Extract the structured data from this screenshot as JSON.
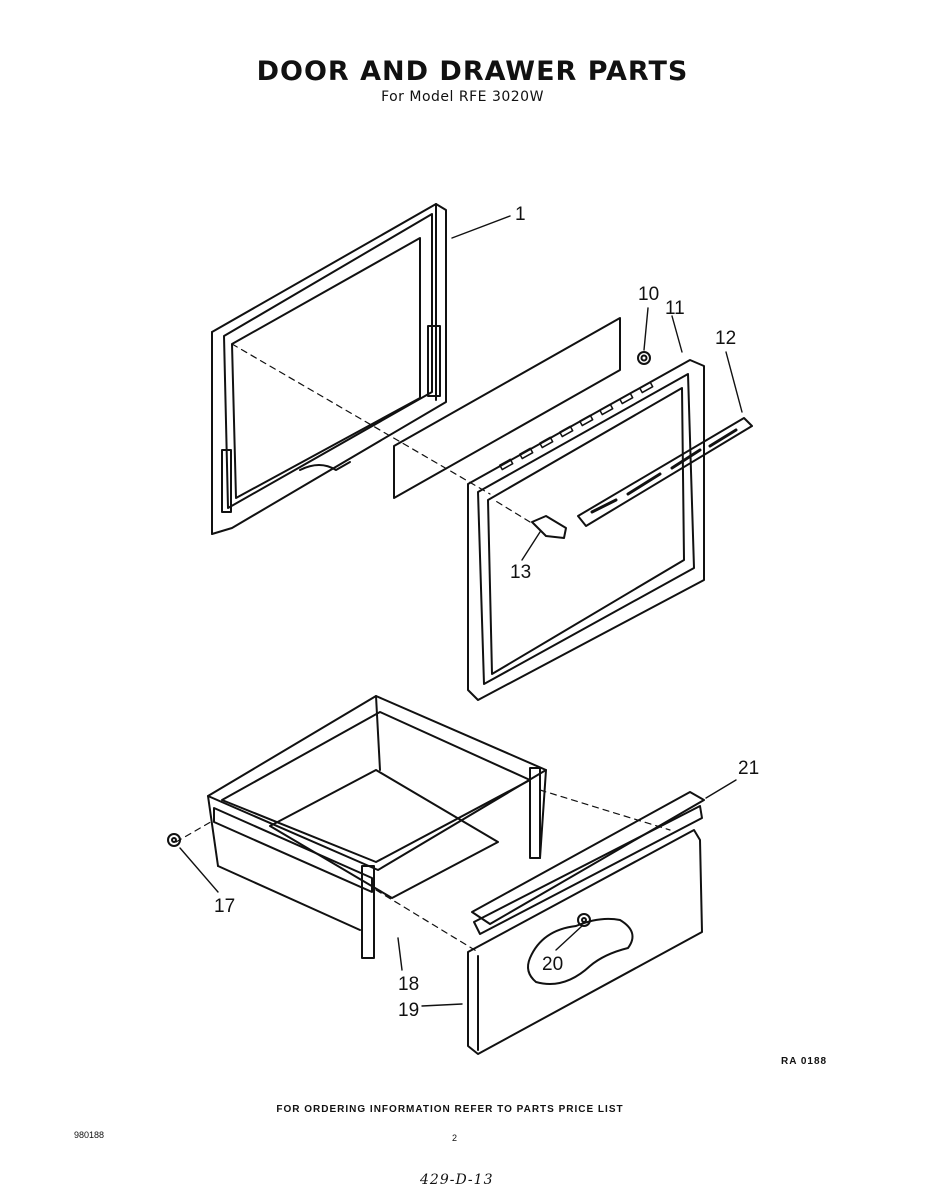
{
  "header": {
    "title": "DOOR AND DRAWER PARTS",
    "subtitle": "For Model RFE 3020W"
  },
  "callouts": {
    "c1": "1",
    "c10": "10",
    "c11": "11",
    "c12": "12",
    "c13": "13",
    "c17": "17",
    "c18": "18",
    "c19": "19",
    "c20": "20",
    "c21": "21"
  },
  "drawing_ref": "RA 0188",
  "footer": {
    "ordering_note": "FOR ORDERING INFORMATION REFER TO PARTS PRICE LIST",
    "doc_number": "980188",
    "page_number": "2",
    "handwritten_note": "429-D-13"
  }
}
